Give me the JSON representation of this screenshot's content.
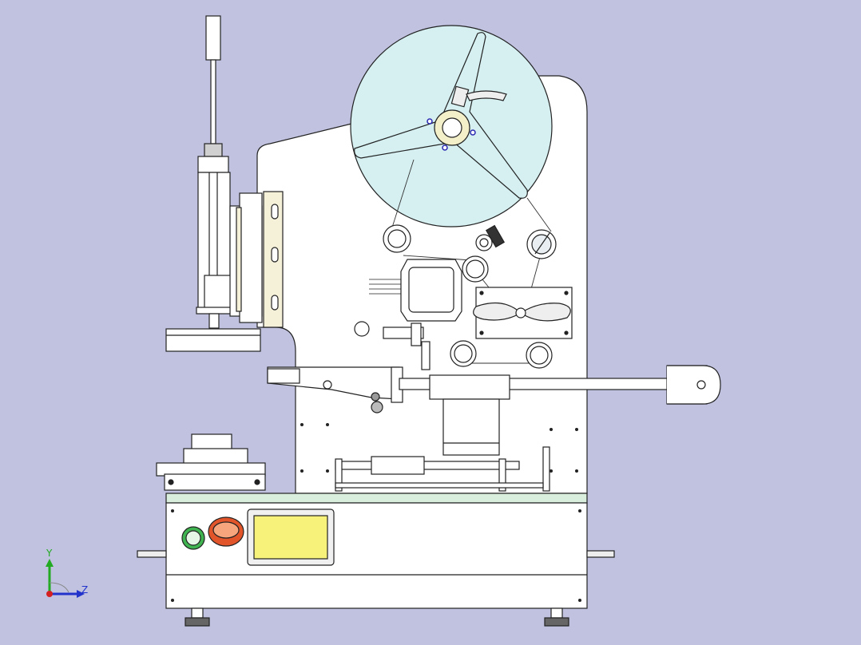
{
  "viewport": {
    "background": "#c0c2e0",
    "model": "labeling-machine-assembly"
  },
  "colors": {
    "line": "#222222",
    "panel": "#ffffff",
    "reel": "#d6f0f2",
    "base_trim": "#d9eedd",
    "screen": "#f7f27a",
    "start_button": "#3fb34f",
    "stop_button": "#e2552b",
    "axis_x": "#d42020",
    "axis_y": "#22aa22",
    "axis_z": "#2233cc"
  },
  "control_panel": {
    "start_button": "green-start-button",
    "stop_button": "red-stop-button",
    "screen": "touch-screen-display"
  },
  "triad": {
    "y_label": "Y",
    "z_label": "Z"
  }
}
